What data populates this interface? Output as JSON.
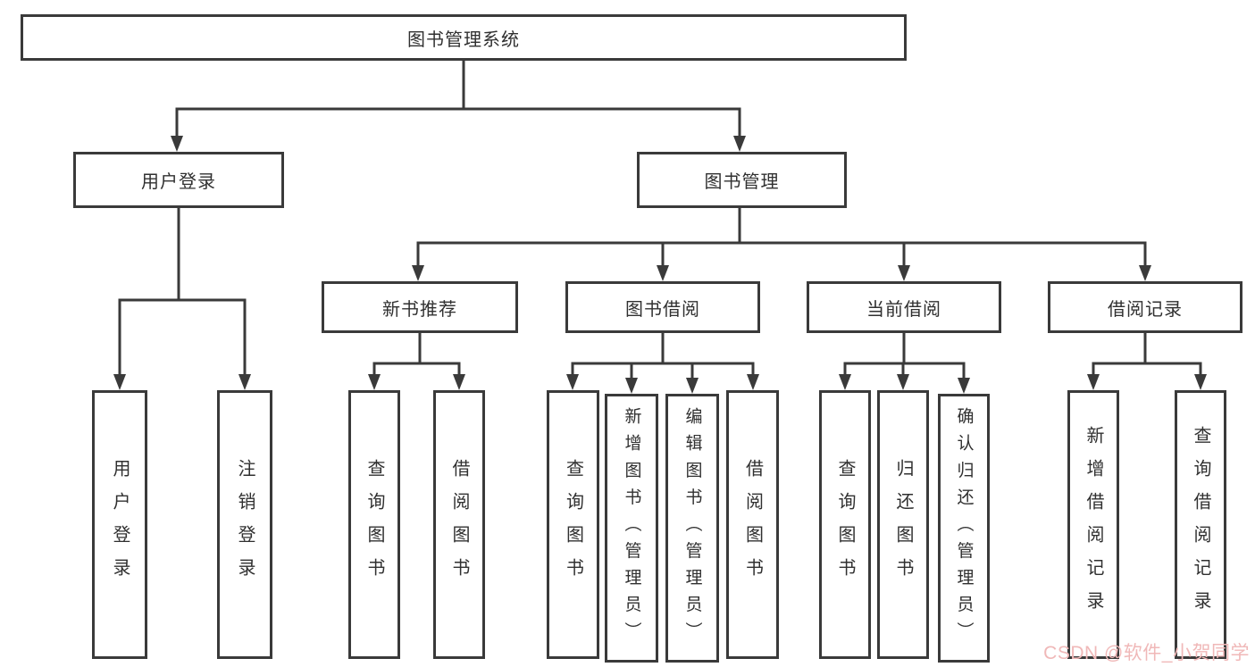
{
  "diagram": {
    "title": "图书管理系统",
    "root": "图书管理系统",
    "branches": [
      {
        "label": "用户登录",
        "leaves": [
          "用户登录",
          "注销登录"
        ]
      },
      {
        "label": "图书管理",
        "groups": [
          {
            "label": "新书推荐",
            "leaves": [
              "查询图书",
              "借阅图书"
            ]
          },
          {
            "label": "图书借阅",
            "leaves": [
              "查询图书",
              "新增图书（管理员）",
              "编辑图书（管理员）",
              "借阅图书"
            ]
          },
          {
            "label": "当前借阅",
            "leaves": [
              "查询图书",
              "归还图书",
              "确认归还（管理员）"
            ]
          },
          {
            "label": "借阅记录",
            "leaves": [
              "新增借阅记录",
              "查询借阅记录"
            ]
          }
        ]
      }
    ]
  },
  "watermark": "CSDN @软件_小贺同学",
  "colors": {
    "line": "#3a3a3a",
    "box_border": "#3a3a3a",
    "box_fill": "#ffffff",
    "text": "#303030",
    "watermark": "#f0b8b8",
    "background": "#ffffff"
  }
}
